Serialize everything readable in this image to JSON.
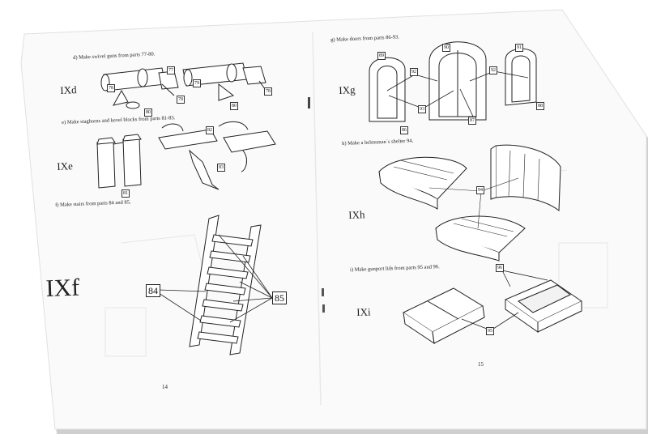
{
  "left_page": {
    "page_number": "14",
    "sections": [
      {
        "id": "IXd",
        "caption": "d) Make swivel guns from parts 77-80.",
        "parts": [
          "77",
          "78",
          "79",
          "80",
          "78",
          "80",
          "78"
        ]
      },
      {
        "id": "IXe",
        "caption": "e) Make staghorns and kevel blocks from parts 81-83.",
        "parts": [
          "82",
          "83",
          "81"
        ]
      },
      {
        "id": "IXf",
        "caption": "f) Make stairs from parts 84 and 85.",
        "parts": [
          "84",
          "85"
        ]
      }
    ]
  },
  "right_page": {
    "page_number": "15",
    "sections": [
      {
        "id": "IXg",
        "caption": "g) Make doors from parts 86-93.",
        "parts": [
          "89",
          "90",
          "91",
          "92",
          "92",
          "93",
          "87",
          "86",
          "88"
        ]
      },
      {
        "id": "IXh",
        "caption": "h) Make a helmsman´s shelter 94.",
        "parts": [
          "94"
        ]
      },
      {
        "id": "IXi",
        "caption": "i) Make gunport lids from parts 95 and 96.",
        "parts": [
          "96",
          "95"
        ]
      }
    ]
  },
  "colors": {
    "paper": "#f9f9f9",
    "background": "#ffffff",
    "ink": "#222222",
    "shadow": "#d8d8d8"
  }
}
